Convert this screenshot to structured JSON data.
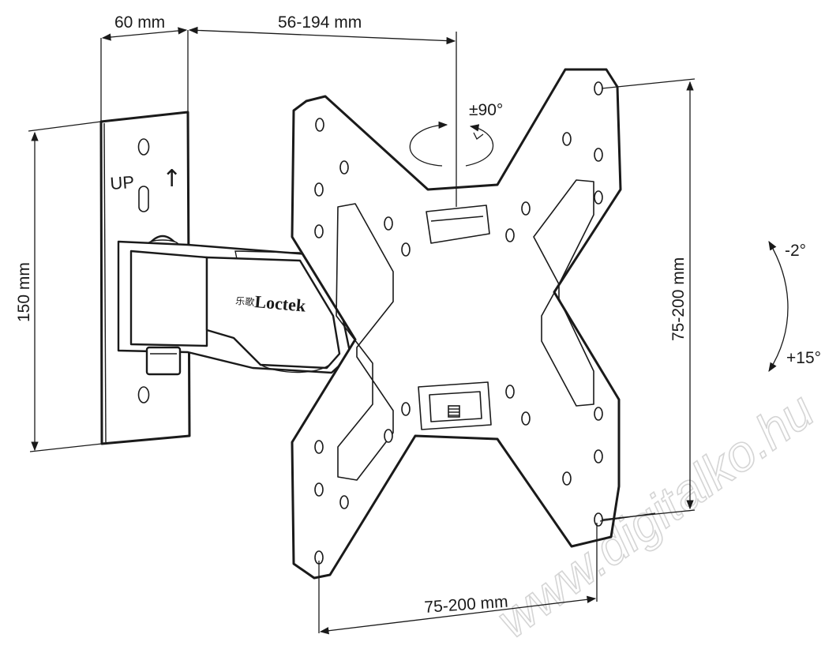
{
  "labels": {
    "width_bracket": "60 mm",
    "depth_range": "56-194 mm",
    "swivel": "±90°",
    "height_bracket": "150 mm",
    "vesa_vertical": "75-200 mm",
    "vesa_horizontal": "75-200 mm",
    "tilt_up": "-2°",
    "tilt_down": "+15°"
  },
  "wall_plate": {
    "up_label": "UP",
    "arrow": "↑"
  },
  "arm": {
    "brand": "Loctek",
    "brand_cjk": "乐歌"
  },
  "watermark": "www.digitalko.hu",
  "colors": {
    "line": "#1a1a1a",
    "background": "#ffffff",
    "watermark": "#d5d5d5"
  }
}
